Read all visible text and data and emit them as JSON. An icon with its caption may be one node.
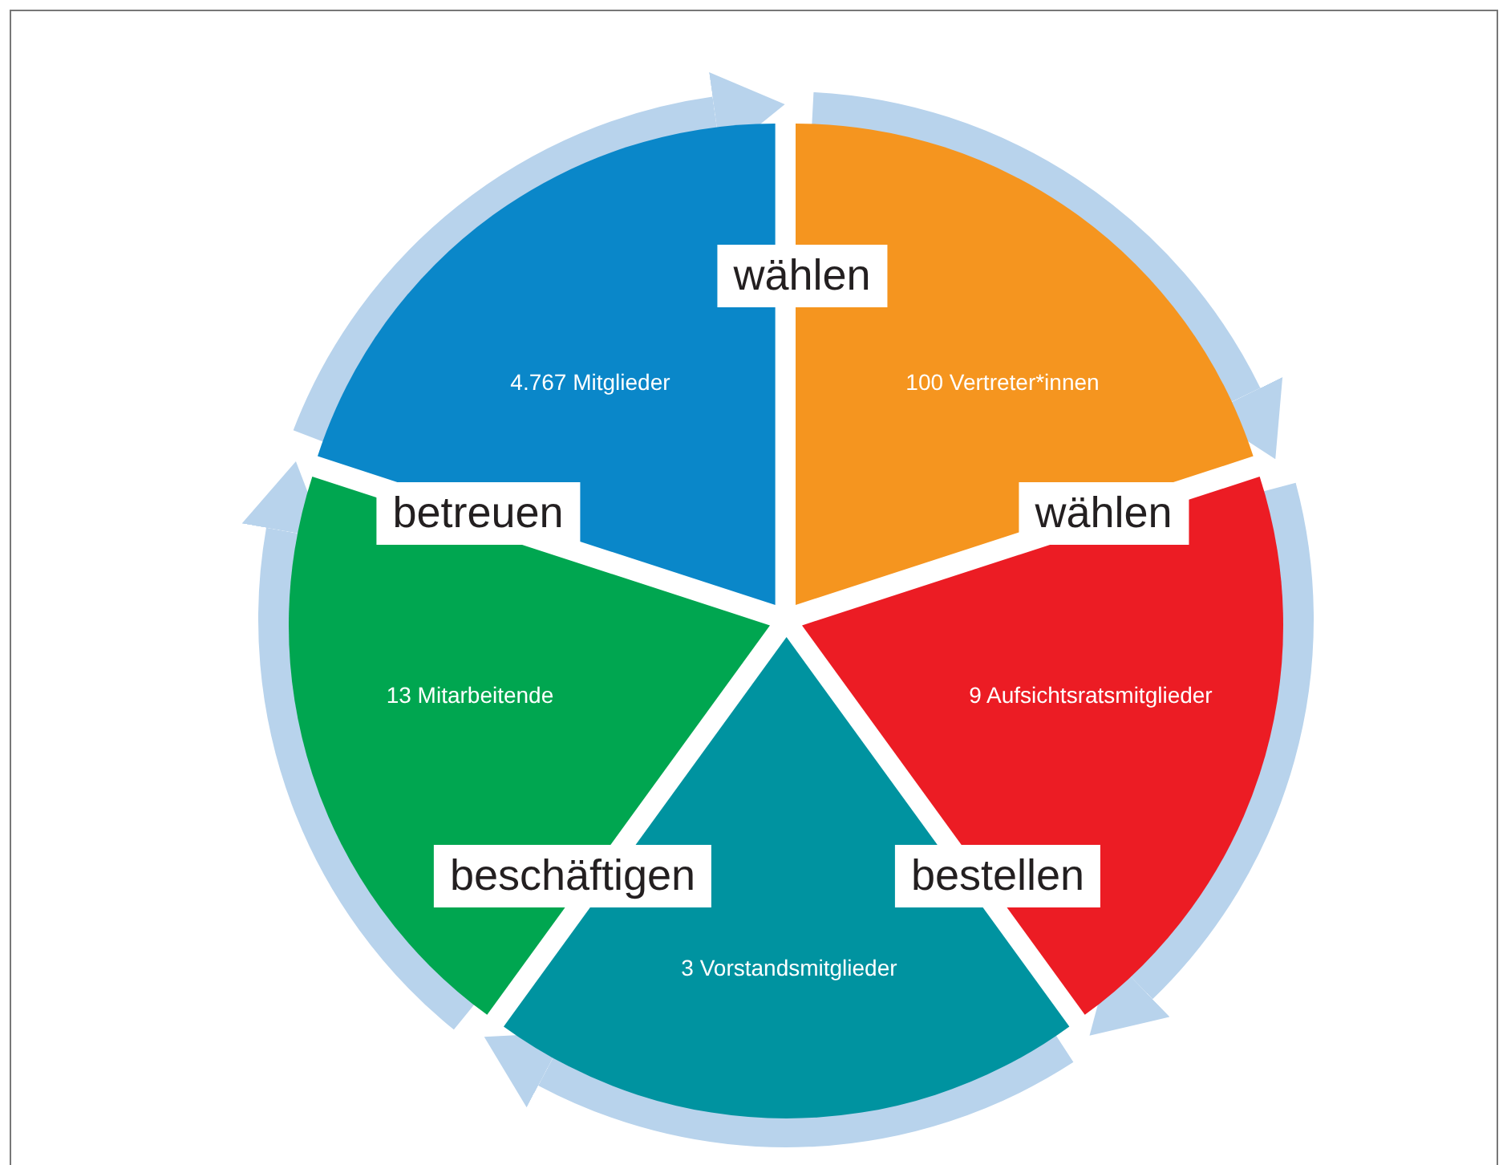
{
  "diagram": {
    "nodes": [
      {
        "text": [
          "4.767 Mitglieder"
        ]
      },
      {
        "text": [
          "100 Vertreter*innen"
        ]
      },
      {
        "text": [
          "9 Aufsichtsratsmitglieder"
        ]
      },
      {
        "text": [
          "3 Vorstandsmitglieder"
        ]
      },
      {
        "text": [
          "13 Mitarbeitende"
        ]
      }
    ],
    "edges": [
      {
        "from": 0,
        "to": 1,
        "arrow": "to",
        "label": "wählen"
      },
      {
        "from": 1,
        "to": 2,
        "arrow": "to",
        "label": "wählen"
      },
      {
        "from": 2,
        "to": 3,
        "arrow": "to",
        "label": "bestellen"
      },
      {
        "from": 3,
        "to": 4,
        "arrow": "to",
        "label": "beschäftigen"
      },
      {
        "from": 4,
        "to": 0,
        "arrow": "to",
        "label": "betreuen"
      }
    ]
  }
}
